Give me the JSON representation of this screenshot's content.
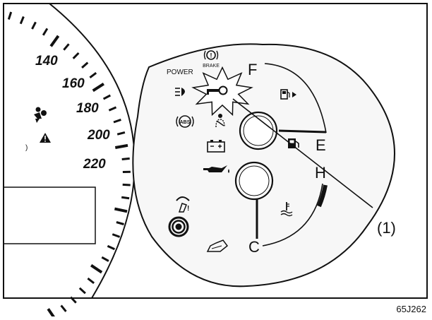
{
  "speedometer": {
    "tick_labels": [
      "140",
      "160",
      "180",
      "200",
      "220"
    ]
  },
  "fuel_gauge": {
    "full_label": "F",
    "empty_label": "E"
  },
  "temp_gauge": {
    "hot_label": "H",
    "cold_label": "C"
  },
  "indicators": {
    "power_label": "POWER",
    "brake_label": "BRAKE",
    "abs_label": "ABS"
  },
  "callout": {
    "label": "(1)"
  },
  "figure_code": "65J262",
  "colors": {
    "line": "#111111",
    "background": "#ffffff",
    "cluster_fill": "#f7f7f7"
  }
}
